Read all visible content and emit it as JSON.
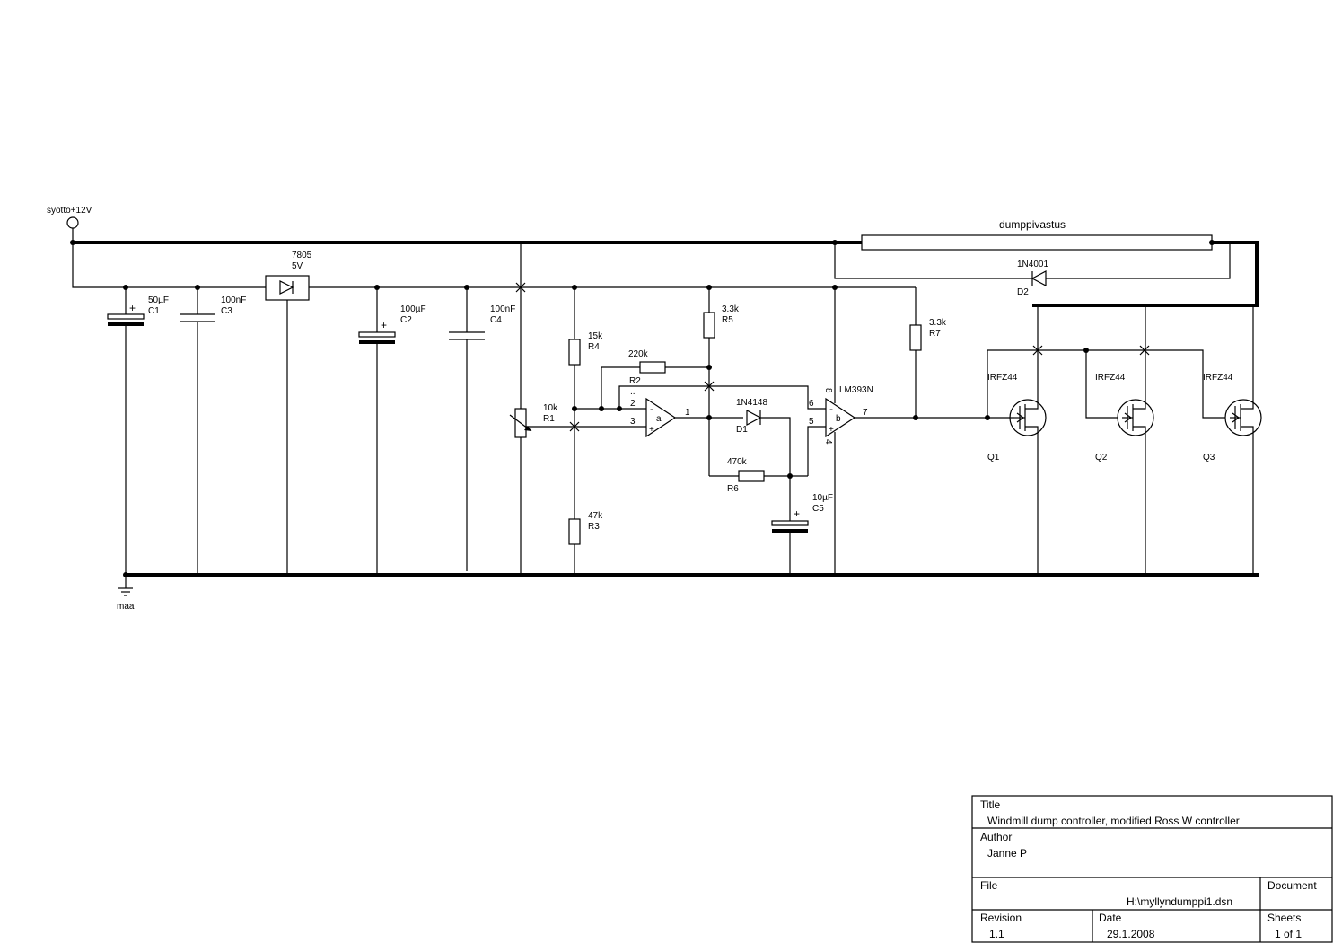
{
  "power": {
    "supply_label": "syöttö+12V",
    "ground_label": "maa"
  },
  "components": {
    "C1": {
      "ref": "C1",
      "value": "50µF"
    },
    "C3": {
      "ref": "C3",
      "value": "100nF"
    },
    "REG": {
      "value": "7805",
      "voltage": "5V"
    },
    "C2": {
      "ref": "C2",
      "value": "100µF"
    },
    "C4": {
      "ref": "C4",
      "value": "100nF"
    },
    "R1": {
      "ref": "R1",
      "value": "10k"
    },
    "R4": {
      "ref": "R4",
      "value": "15k"
    },
    "R3": {
      "ref": "R3",
      "value": "47k"
    },
    "R2": {
      "ref": "R2",
      "value": "220k"
    },
    "R5": {
      "ref": "R5",
      "value": "3.3k"
    },
    "D1": {
      "ref": "D1",
      "value": "1N4148"
    },
    "R6": {
      "ref": "R6",
      "value": "470k"
    },
    "C5": {
      "ref": "C5",
      "value": "10µF"
    },
    "U1": {
      "value": "LM393N",
      "unit_a": "a",
      "unit_b": "b"
    },
    "R7": {
      "ref": "R7",
      "value": "3.3k"
    },
    "D2": {
      "ref": "D2",
      "value": "1N4001"
    },
    "LOAD": {
      "value": "dumppivastus"
    },
    "Q1": {
      "ref": "Q1",
      "value": "IRFZ44"
    },
    "Q2": {
      "ref": "Q2",
      "value": "IRFZ44"
    },
    "Q3": {
      "ref": "Q3",
      "value": "IRFZ44"
    }
  },
  "pins": {
    "a_in_minus": "2",
    "a_in_plus": "3",
    "a_out": "1",
    "a_dots": "..",
    "b_in_minus": "6",
    "b_in_plus": "5",
    "b_out": "7",
    "vcc": "8",
    "gnd": "4"
  },
  "title_block": {
    "title_label": "Title",
    "title_value": "Windmill dump controller, modified Ross W controller",
    "author_label": "Author",
    "author_value": "Janne P",
    "file_label": "File",
    "file_value": "H:\\myllyndumppi1.dsn",
    "document_label": "Document",
    "revision_label": "Revision",
    "revision_value": "1.1",
    "date_label": "Date",
    "date_value": "29.1.2008",
    "sheets_label": "Sheets",
    "sheets_value": "1 of 1"
  }
}
